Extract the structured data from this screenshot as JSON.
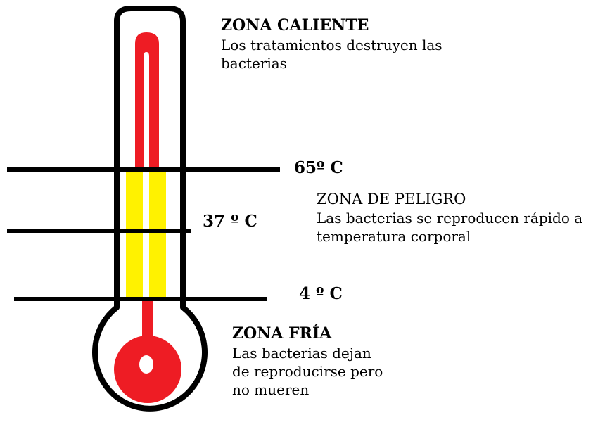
{
  "colors": {
    "outline": "#000000",
    "hot_fill": "#ee1c24",
    "danger_fill": "#fff200",
    "background": "#ffffff"
  },
  "zones": {
    "hot": {
      "title": "ZONA CALIENTE",
      "line1": "Los tratamientos destruyen las",
      "line2": "bacterias"
    },
    "danger": {
      "title": "ZONA DE PELIGRO",
      "line1": "Las bacterias se reproducen rápido a",
      "line2": "temperatura corporal"
    },
    "cold": {
      "title": "ZONA FRÍA",
      "line1": "Las bacterias dejan",
      "line2": "de reproducirse pero",
      "line3": "no mueren"
    }
  },
  "temperatures": {
    "high": "65º C",
    "body": "37 º C",
    "low": "4 º C"
  }
}
